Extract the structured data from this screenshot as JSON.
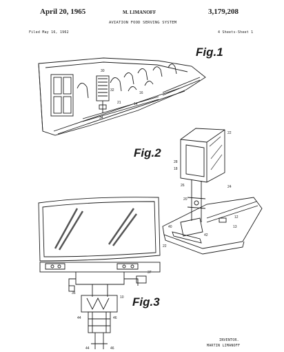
{
  "header": {
    "date": "April 20, 1965",
    "inventor_short": "M. LIMANOFF",
    "patent_number": "3,179,208",
    "title": "AVIATION FOOD SERVING SYSTEM",
    "filed": "Filed May 16, 1962",
    "sheets": "4 Sheets-Sheet 1"
  },
  "figures": {
    "fig1": "Fig.1",
    "fig2": "Fig.2",
    "fig3": "Fig.3"
  },
  "footer": {
    "inventor_label": "INVENTOR.",
    "inventor_name": "MARTIN LIMANOFF"
  },
  "ref_numerals": {
    "n10": "10",
    "n12": "12",
    "n13": "13",
    "n14": "14",
    "n16": "16",
    "n18": "18",
    "n20": "20",
    "n21": "21",
    "n22": "22",
    "n24": "24",
    "n26": "26",
    "n28": "28",
    "n30": "30",
    "n32": "32",
    "n34": "34",
    "n36": "36",
    "n37": "37",
    "n40": "40",
    "n42": "42",
    "n44": "44",
    "n46": "46"
  }
}
